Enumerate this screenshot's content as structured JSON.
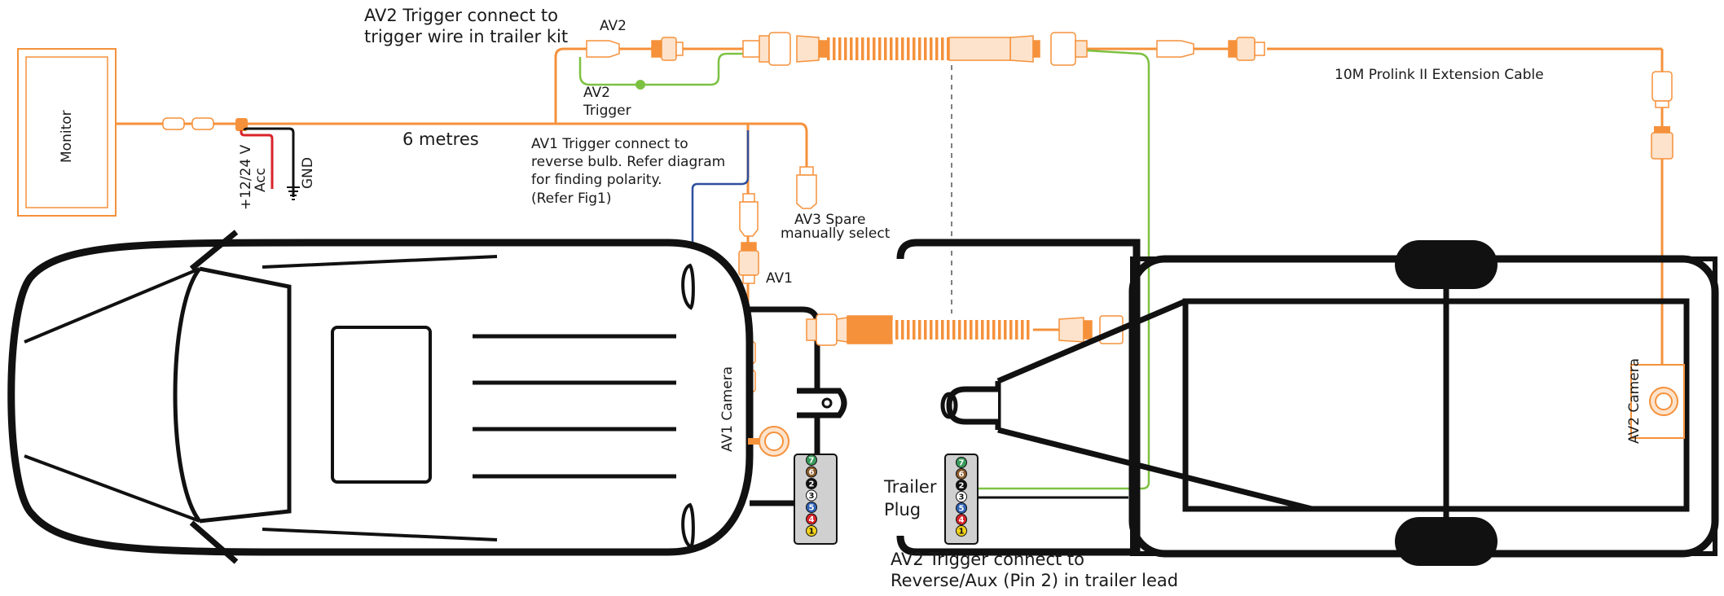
{
  "colors": {
    "wire_orange": "#f5913b",
    "wire_green": "#7dc142",
    "wire_blue": "#2d4f9e",
    "wire_red": "#d8232a",
    "outline": "#111111",
    "connector_fill": "#fde3cc"
  },
  "labels": {
    "monitor": "Monitor",
    "av2_trigger_kit_line1": "AV2 Trigger connect to",
    "av2_trigger_kit_line2": "trigger wire in trailer kit",
    "av2_top": "AV2",
    "av2_trigger_line1": "AV2",
    "av2_trigger_line2": "Trigger",
    "six_metres": "6 metres",
    "power_line1": "+12/24 V",
    "power_line2": "Acc",
    "gnd": "GND",
    "av1_trigger_line1": "AV1 Trigger connect to",
    "av1_trigger_line2": "reverse bulb. Refer diagram",
    "av1_trigger_line3": "for finding polarity.",
    "av1_trigger_line4": "(Refer Fig1)",
    "av3_line1": "AV3 Spare",
    "av3_line2": "manually select",
    "av1": "AV1",
    "av1_camera": "AV1 Camera",
    "extension_cable": "10M Prolink II Extension Cable",
    "av2_camera": "AV2 Camera",
    "trailer_plug_line1": "Trailer",
    "trailer_plug_line2": "Plug",
    "av2_reverse_line1": "AV2 Trigger connect to",
    "av2_reverse_line2": "Reverse/Aux (Pin 2) in trailer lead"
  },
  "pins": [
    {
      "num": "7",
      "color": "#3a9a5b"
    },
    {
      "num": "6",
      "color": "#8a5a2b"
    },
    {
      "num": "2",
      "color": "#111111"
    },
    {
      "num": "3",
      "color": "#ffffff"
    },
    {
      "num": "5",
      "color": "#2f62b5"
    },
    {
      "num": "4",
      "color": "#d8232a"
    },
    {
      "num": "1",
      "color": "#f2d21b"
    }
  ]
}
